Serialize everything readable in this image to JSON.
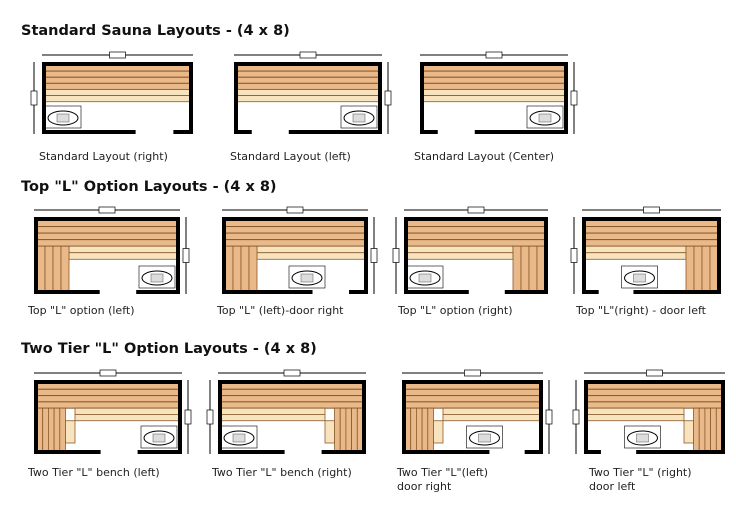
{
  "sections": [
    {
      "title": "Standard Sauna Layouts - (4 x 8)",
      "layouts": [
        {
          "caption": [
            "Standard Layout (right)"
          ],
          "l": null,
          "tiers": 1,
          "heater": "left",
          "door": "right"
        },
        {
          "caption": [
            "Standard Layout (left)"
          ],
          "l": null,
          "tiers": 1,
          "heater": "right",
          "door": "left"
        },
        {
          "caption": [
            "Standard Layout (Center)"
          ],
          "l": null,
          "tiers": 1,
          "heater": "right",
          "door": "left"
        }
      ]
    },
    {
      "title": "Top \"L\" Option Layouts - (4 x 8)",
      "layouts": [
        {
          "caption": [
            "Top \"L\"  option (left)"
          ],
          "l": "left",
          "tiers": 1,
          "heater": "right",
          "door": "center"
        },
        {
          "caption": [
            "Top \"L\" (left)-door right"
          ],
          "l": "left",
          "tiers": 1,
          "heater": "center",
          "door": "right"
        },
        {
          "caption": [
            "Top \"L\"  option (right)"
          ],
          "l": "right",
          "tiers": 1,
          "heater": "left",
          "door": "center"
        },
        {
          "caption": [
            "Top \"L\"(right) - door left"
          ],
          "l": "right",
          "tiers": 1,
          "heater": "center",
          "door": "left"
        }
      ]
    },
    {
      "title": "Two Tier \"L\" Option Layouts - (4 x 8)",
      "layouts": [
        {
          "caption": [
            "Two Tier \"L\" bench (left)"
          ],
          "l": "left",
          "tiers": 2,
          "heater": "right",
          "door": "center"
        },
        {
          "caption": [
            "Two Tier \"L\" bench (right)"
          ],
          "l": "right",
          "tiers": 2,
          "heater": "left",
          "door": "center"
        },
        {
          "caption": [
            "Two Tier \"L\"(left)",
            "door right"
          ],
          "l": "left",
          "tiers": 2,
          "heater": "center",
          "door": "right"
        },
        {
          "caption": [
            "Two Tier \"L\" (right)",
            "door left"
          ],
          "l": "right",
          "tiers": 2,
          "heater": "center",
          "door": "left"
        }
      ]
    }
  ],
  "colors": {
    "wall": "#000000",
    "plank": "#e9b98a",
    "plank_light": "#f7e4bf",
    "plank_line": "#8a5a2b"
  }
}
